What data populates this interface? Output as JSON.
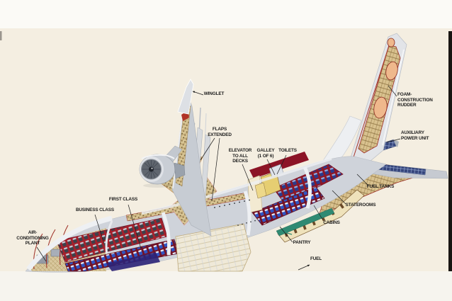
{
  "page": {
    "kind": "scanned cutaway illustration",
    "background_top": "#fbfaf6",
    "background_canvas": "#f4eee1",
    "background_bottom": "#f6f4ee",
    "right_border": "#181512"
  },
  "diagram": {
    "type": "aircraft-cutaway",
    "subject": "Double-deck airliner cutaway illustration",
    "labels": [
      {
        "id": "winglet",
        "text": "WINGLET"
      },
      {
        "id": "flaps-extended",
        "text": "FLAPS\nEXTENDED"
      },
      {
        "id": "elevator-to-all-decks",
        "text": "ELEVATOR\nTO ALL\nDECKS"
      },
      {
        "id": "galley",
        "text": "GALLEY\n(1 OF 6)"
      },
      {
        "id": "toilets",
        "text": "TOILETS"
      },
      {
        "id": "foam-construction-rudder",
        "text": "FOAM-\nCONSTRUCTION\nRUDDER"
      },
      {
        "id": "auxiliary-power-unit",
        "text": "AUXILIARY\nPOWER UNIT"
      },
      {
        "id": "fuel-tanks",
        "text": "FUEL TANKS"
      },
      {
        "id": "staterooms",
        "text": "STATEROOMS"
      },
      {
        "id": "cabins",
        "text": "CABINS"
      },
      {
        "id": "pantry",
        "text": "PANTRY"
      },
      {
        "id": "fuel",
        "text": "FUEL"
      },
      {
        "id": "first-class",
        "text": "FIRST CLASS"
      },
      {
        "id": "business-class",
        "text": "BUSINESS CLASS"
      },
      {
        "id": "air-conditioning-plant",
        "text": "AIR-\nCONDITIONING\nPLANT"
      }
    ],
    "palette": {
      "fuselage_gray": "#cfd3da",
      "interior_tan": "#d7c493",
      "seat_navy": "#2a3a8c",
      "seat_blue": "#2f55c4",
      "carpet_red": "#a6202b",
      "foam_peach": "#efb88c",
      "outline_red": "#9c2a22",
      "pantry_teal": "#2f8a72",
      "label_text": "#1c1c1c"
    }
  }
}
